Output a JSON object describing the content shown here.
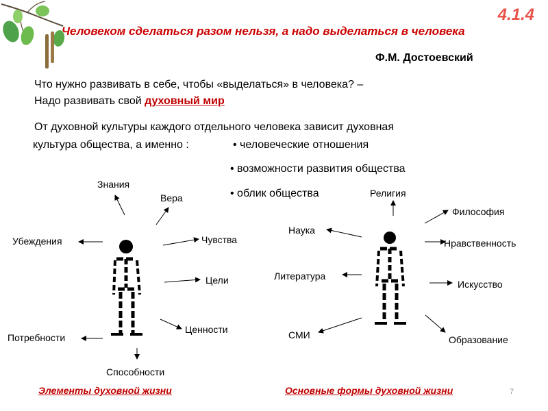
{
  "header": {
    "slide_number": "4.1.4",
    "title": "Человеком сделаться разом нельзя, а надо выделаться в человека",
    "author": "Ф.М. Достоевский"
  },
  "question": {
    "line1": "Что нужно развивать в себе, чтобы «выделаться» в человека? –",
    "line2_prefix": "Надо развивать свой ",
    "line2_highlight": "духовный мир"
  },
  "statement": {
    "line1": "От духовной культуры каждого отдельного человека зависит духовная",
    "line2": "культура общества, а именно :",
    "bullets": [
      "человеческие отношения",
      "возможности развития общества",
      "облик общества"
    ]
  },
  "left_diagram": {
    "labels": {
      "znaniya": "Знания",
      "vera": "Вера",
      "ubezhdeniya": "Убеждения",
      "chuvstva": "Чувства",
      "tseli": "Цели",
      "potrebnosti": "Потребности",
      "tsennosti": "Ценности",
      "sposobnosti": "Способности"
    },
    "caption": "Элементы духовной жизни"
  },
  "right_diagram": {
    "labels": {
      "religiya": "Религия",
      "filosofiya": "Философия",
      "nauka": "Наука",
      "nravstvennost": "Нравственность",
      "literatura": "Литература",
      "iskusstvo": "Искусство",
      "smi": "СМИ",
      "obrazovanie": "Образование"
    },
    "caption": "Основные формы духовной жизни"
  },
  "footer": {
    "page_number": "7"
  },
  "colors": {
    "title": "#cc0000",
    "slide_number": "#e8534a",
    "highlight": "#c00000"
  }
}
